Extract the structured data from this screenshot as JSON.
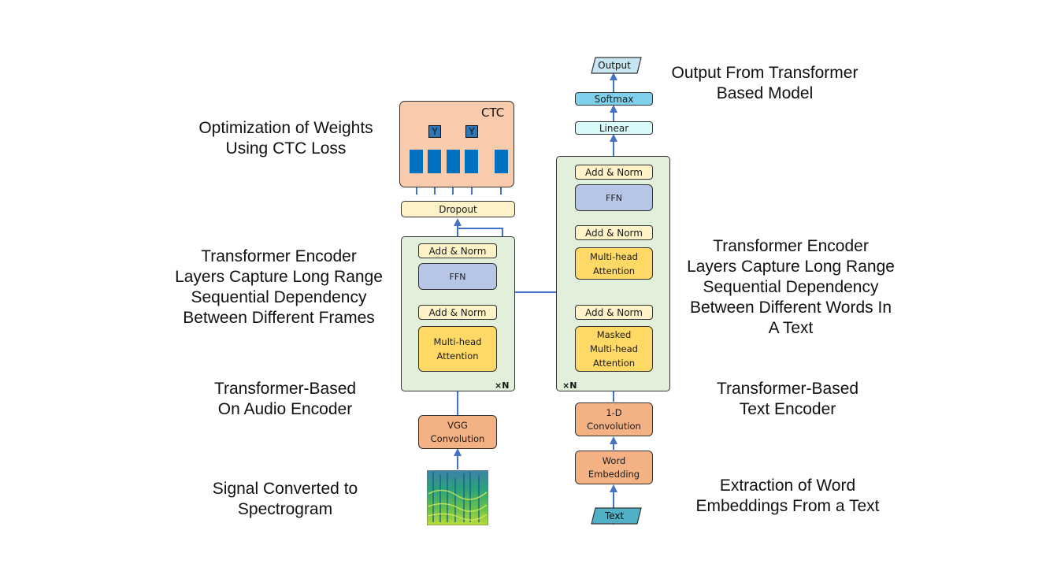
{
  "annotations": {
    "ctc_optimization": [
      "Optimization of Weights",
      "Using CTC Loss"
    ],
    "encoder_frames": [
      "Transformer Encoder",
      "Layers Capture Long Range",
      "Sequential Dependency",
      "Between Different Frames"
    ],
    "audio_encoder": [
      "Transformer-Based",
      "On Audio Encoder"
    ],
    "spectrogram": [
      "Signal Converted to",
      "Spectrogram"
    ],
    "output": [
      "Output From Transformer",
      "Based Model"
    ],
    "encoder_words": [
      "Transformer Encoder",
      "Layers Capture Long Range",
      "Sequential Dependency",
      "Between Different Words In",
      "A Text"
    ],
    "text_encoder": [
      "Transformer-Based",
      "Text Encoder"
    ],
    "word_embeddings": [
      "Extraction of Word",
      "Embeddings From a Text"
    ]
  },
  "audio_branch": {
    "ctc_label": "CTC",
    "y_labels": [
      "Y",
      "Y"
    ],
    "dropout": "Dropout",
    "add_norm_top": "Add & Norm",
    "ffn": "FFN",
    "add_norm_bottom": "Add & Norm",
    "attention": [
      "Multi-head",
      "Attention"
    ],
    "repeat": "×N",
    "vgg": [
      "VGG",
      "Convolution"
    ]
  },
  "text_branch": {
    "output": "Output",
    "softmax": "Softmax",
    "linear": "Linear",
    "add_norm_top": "Add & Norm",
    "ffn": "FFN",
    "add_norm_mid": "Add & Norm",
    "attention": [
      "Multi-head",
      "Attention"
    ],
    "add_norm_bottom": "Add & Norm",
    "masked_attention": [
      "Masked",
      "Multi-head",
      "Attention"
    ],
    "repeat": "×N",
    "conv": [
      "1-D",
      "Convolution"
    ],
    "embedding": [
      "Word",
      "Embedding"
    ],
    "input": "Text"
  },
  "colors": {
    "arrow": "#4472c4",
    "stack_fill": "#e2efda",
    "ctc_fill": "#f8cbad",
    "attention_fill": "#ffd966",
    "add_norm_fill": "#fdf2c8",
    "ffn_fill": "#b7c6e6",
    "conv_fill": "#f4b183",
    "softmax_fill": "#7fd0ea",
    "linear_fill": "#d9fafb",
    "io_fill": "#4fb0c6",
    "output_fill": "#c6e6f2"
  }
}
